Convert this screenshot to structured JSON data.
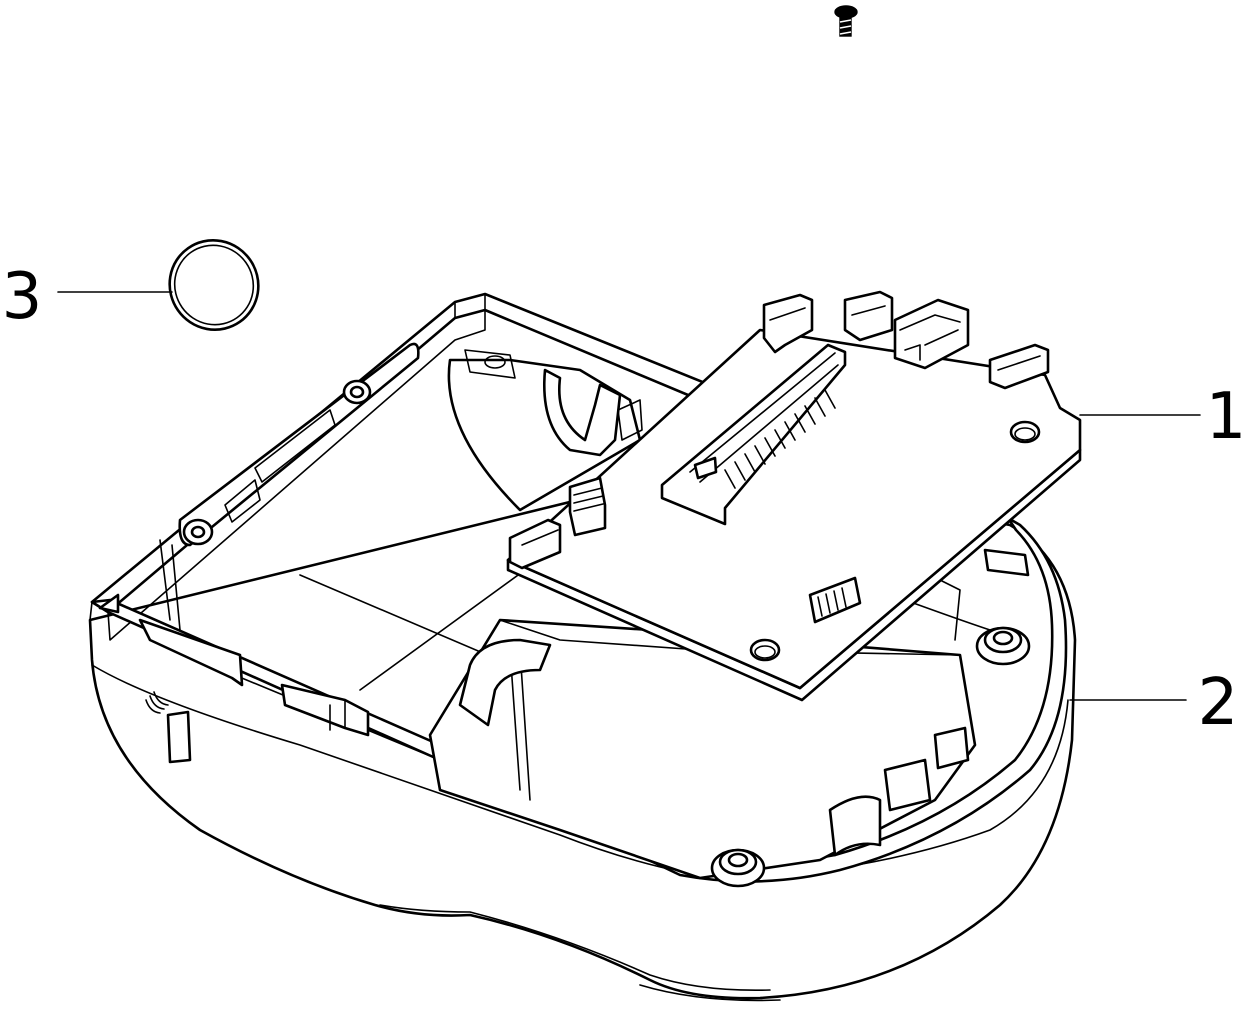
{
  "callouts": [
    {
      "number": "1",
      "part": "circuit-board"
    },
    {
      "number": "2",
      "part": "bottom-housing"
    },
    {
      "number": "3",
      "part": "round-cover"
    }
  ]
}
